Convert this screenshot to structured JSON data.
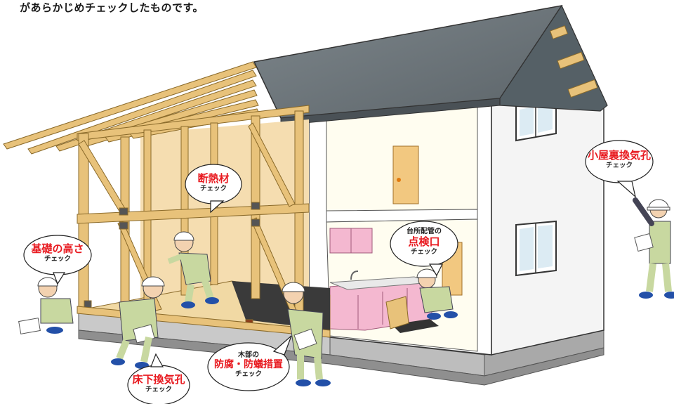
{
  "header": {
    "text": "があらかじめチェックしたものです。"
  },
  "callouts": {
    "attic_vent": {
      "main": "小屋裏換気孔",
      "sub": "チェック"
    },
    "insulation": {
      "main": "断熱材",
      "sub": "チェック"
    },
    "foundation_height": {
      "main": "基礎の高さ",
      "sub": "チェック"
    },
    "kitchen_inspection": {
      "pre": "台所配管の",
      "main": "点検口",
      "sub": "チェック"
    },
    "underfloor_vent": {
      "main": "床下換気孔",
      "sub": "チェック"
    },
    "wood_protection": {
      "pre": "木部の",
      "main": "防腐・防蟻措置",
      "sub": "チェック"
    }
  },
  "colors": {
    "timber": "#e8c27a",
    "timber_dark": "#b8863a",
    "roof": "#6b7378",
    "wall": "#ffffff",
    "foundation": "#bfbfbf",
    "worker_uniform": "#c8d8a0",
    "helmet": "#ffffff",
    "accent_text": "#e8191f",
    "kitchen": "#f4b8d0"
  }
}
